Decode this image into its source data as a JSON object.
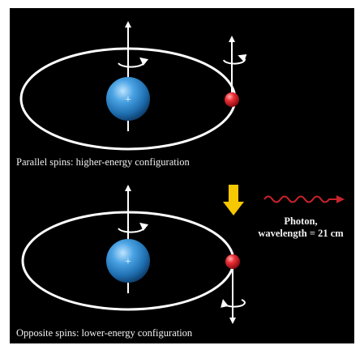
{
  "top_panel": {
    "caption": "Parallel spins:  higher-energy configuration",
    "proton_symbol": "+"
  },
  "bottom_panel": {
    "caption": "Opposite spins:  lower-energy configuration",
    "proton_symbol": "+"
  },
  "photon": {
    "label_line1": "Photon,",
    "label_line2": "wavelength = 21 cm"
  },
  "colors": {
    "background": "#000000",
    "orbit": "#ffffff",
    "proton": "#2f86c9",
    "electron": "#e0202a",
    "transition_arrow": "#f6c800",
    "photon_wave": "#c8242c"
  }
}
